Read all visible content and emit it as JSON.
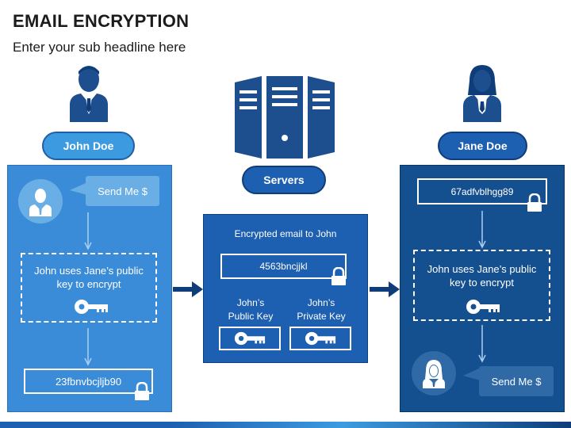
{
  "header": {
    "title": "EMAIL ENCRYPTION",
    "subtitle": "Enter your sub headline here"
  },
  "labels": {
    "john": "John Doe",
    "servers": "Servers",
    "jane": "Jane Doe"
  },
  "left_panel": {
    "bubble": "Send Me $",
    "step_line1": "John uses Jane’s public",
    "step_line2": "key to encrypt",
    "cipher": "23fbnvbcjljb90"
  },
  "middle_panel": {
    "heading": "Encrypted email to John",
    "cipher": "4563bncjjkl",
    "public_key_line1": "John’s",
    "public_key_line2": "Public Key",
    "private_key_line1": "John’s",
    "private_key_line2": "Private Key"
  },
  "right_panel": {
    "cipher": "67adfvblhgg89",
    "step_line1": "John uses Jane’s public",
    "step_line2": "key to encrypt",
    "bubble": "Send Me $"
  },
  "colors": {
    "light_blue": "#3a8bd8",
    "mid_blue": "#1d5fb0",
    "dark_blue": "#144f8f",
    "navy": "#0f3d7a"
  }
}
